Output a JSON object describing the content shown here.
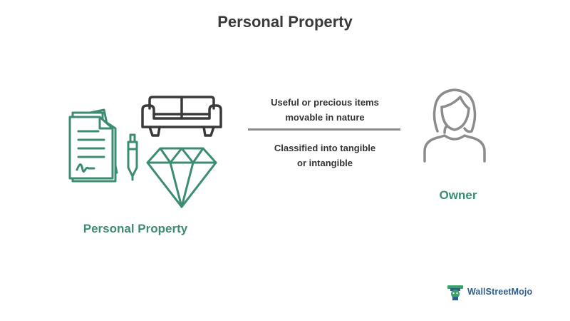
{
  "title": "Personal Property",
  "left": {
    "label": "Personal Property",
    "icons": [
      "document-icon",
      "pen-icon",
      "sofa-icon",
      "diamond-icon"
    ]
  },
  "center": {
    "top_text_line1": "Useful or precious items",
    "top_text_line2": "movable in nature",
    "bottom_text_line1": "Classified into tangible",
    "bottom_text_line2": "or intangible"
  },
  "right": {
    "label": "Owner",
    "icon": "person-icon"
  },
  "logo": {
    "text": "WallStreetMojo",
    "icon": "logo-icon"
  },
  "colors": {
    "green": "#3c8c73",
    "dark": "#3a3a3a",
    "divider": "#8c8c8c",
    "logo_blue": "#2e5f8c",
    "logo_green": "#3aa06a"
  }
}
